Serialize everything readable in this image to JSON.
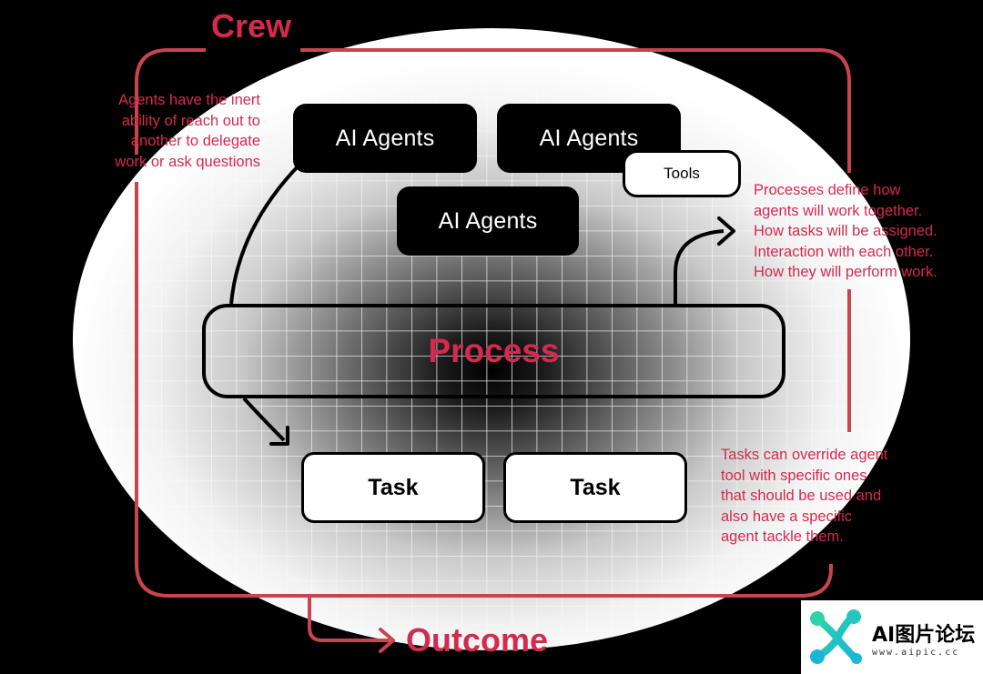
{
  "crew_label": "Crew",
  "outcome_label": "Outcome",
  "agents": [
    {
      "label": "AI Agents"
    },
    {
      "label": "AI Agents"
    },
    {
      "label": "AI Agents"
    }
  ],
  "tools_label": "Tools",
  "process_label": "Process",
  "tasks": [
    {
      "label": "Task"
    },
    {
      "label": "Task"
    }
  ],
  "notes": {
    "agents": [
      "Agents have the inert",
      "ability of reach out to",
      "another to delegate",
      "work or ask questions"
    ],
    "processes": [
      "Processes define how",
      "agents will work together.",
      "How tasks will be assigned.",
      "Interaction with each other.",
      "How they will perform work."
    ],
    "tasks": [
      "Tasks can override agent",
      "tool with specific ones",
      "that should be used and",
      "also have a specific",
      "agent tackle them."
    ]
  },
  "watermark": {
    "title": "AI图片论坛",
    "url": "www.aipic.cc"
  },
  "colors": {
    "accent": "#d42a4e",
    "frame": "#c8454f",
    "background": "#000000",
    "card_dark": "#000000",
    "card_light": "#ffffff"
  }
}
